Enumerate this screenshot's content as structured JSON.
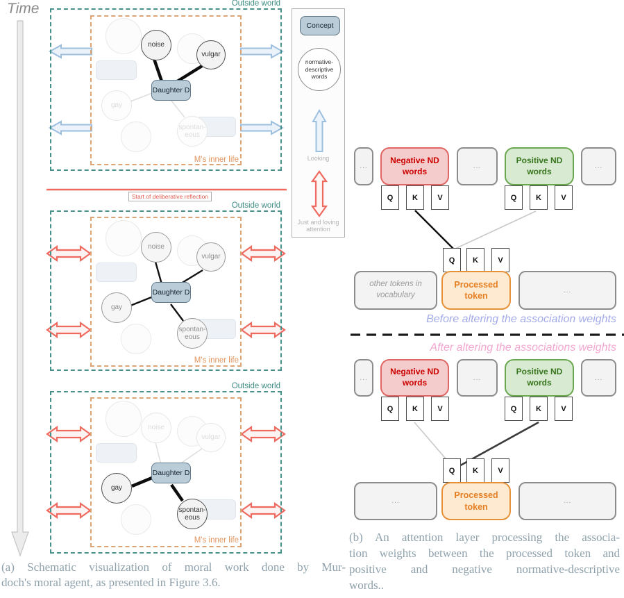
{
  "colors": {
    "teal_dash": "#48918a",
    "orange_dash": "#dca374",
    "red_accent": "#ee6a5e",
    "blue_arrow": "#9dbfdf",
    "concept_fill": "#b9ccd8",
    "negative_text": "#cc0000",
    "negative_fill": "#f4cccc",
    "negative_border": "#e06666",
    "positive_text": "#38761d",
    "positive_fill": "#d9ead3",
    "positive_border": "#6aa84f",
    "processed_text": "#e67e22",
    "processed_fill": "#fdead0",
    "processed_border": "#e69138",
    "before_label_color": "#a3abe8",
    "after_label_color": "#f2a6d0",
    "caption_color": "#8fa1ab"
  },
  "panel_a": {
    "time_label": "Time",
    "divider_label": "Start of deliberative reflection",
    "legend": {
      "concept": "Concept",
      "nd_words": "normative-\ndescriptive\nwords",
      "looking": "Looking",
      "attention": "Just and loving\nattention"
    },
    "panels": [
      {
        "outside": "Outside world",
        "inner": "M's inner life",
        "daughter": "Daughter D",
        "noise": "noise",
        "vulgar": "vulgar",
        "gay": "gay",
        "spontaneous": "spontan-\neous"
      },
      {
        "outside": "Outside world",
        "inner": "M's inner life",
        "daughter": "Daughter D",
        "noise": "noise",
        "vulgar": "vulgar",
        "gay": "gay",
        "spontaneous": "spontan-\neous"
      },
      {
        "outside": "Outside world",
        "inner": "M's inner life",
        "daughter": "Daughter D",
        "noise": "noise",
        "vulgar": "vulgar",
        "gay": "gay",
        "spontaneous": "spontan-\neous"
      }
    ],
    "caption_lines": [
      "(a) Schematic visualization of moral work done by Mur-",
      "doch's moral agent, as presented in Figure 3.6."
    ]
  },
  "panel_b": {
    "ellipsis": "...",
    "labels": {
      "q": "Q",
      "k": "K",
      "v": "V"
    },
    "negative": "Negative ND\nwords",
    "positive": "Positive ND\nwords",
    "processed": "Processed\ntoken",
    "other_tokens": "other tokens in\nvocabulary",
    "before_label": "Before altering the association weights",
    "after_label": "After altering the associations weights",
    "caption_lines": [
      "(b) An attention layer processing the associa-",
      "tion weights between the processed token and",
      "positive and negative normative-descriptive",
      "words.."
    ]
  }
}
